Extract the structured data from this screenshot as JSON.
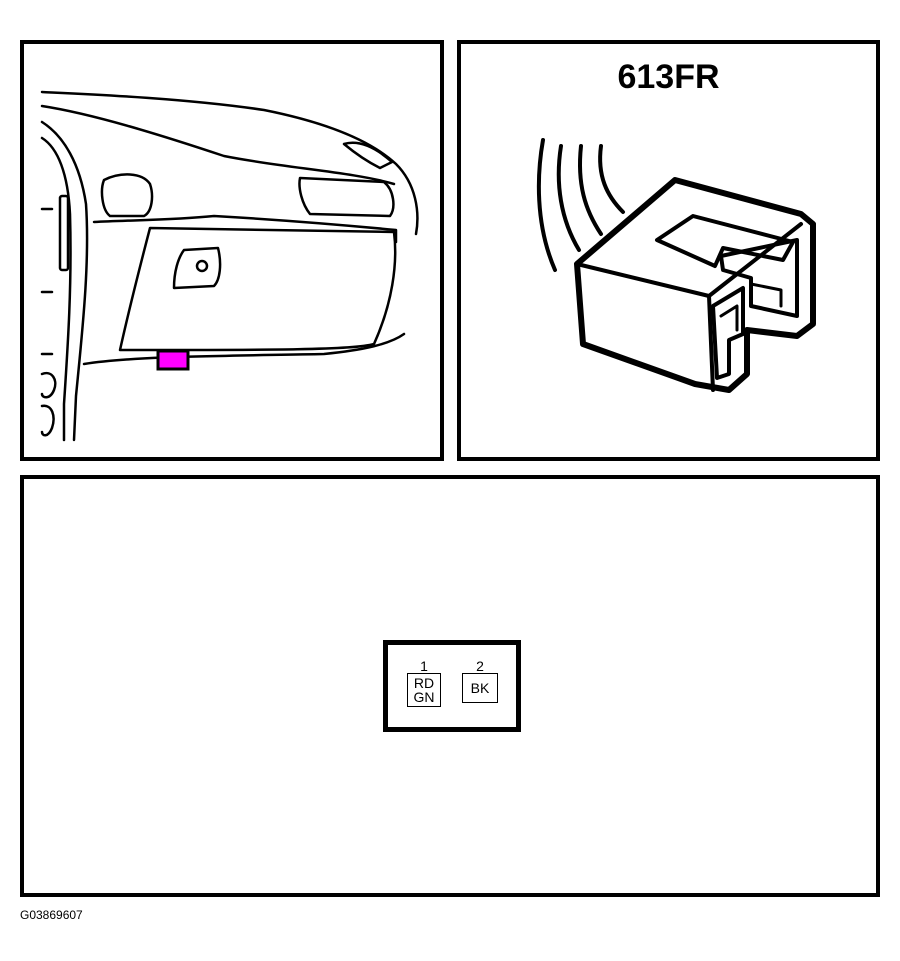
{
  "connector": {
    "code": "613FR",
    "highlight_color": "#ff00ff"
  },
  "pinout": {
    "pins": [
      {
        "number": "1",
        "wire_lines": [
          "RD",
          "GN"
        ]
      },
      {
        "number": "2",
        "wire_lines": [
          "BK"
        ]
      }
    ]
  },
  "figure_id": "G03869607"
}
